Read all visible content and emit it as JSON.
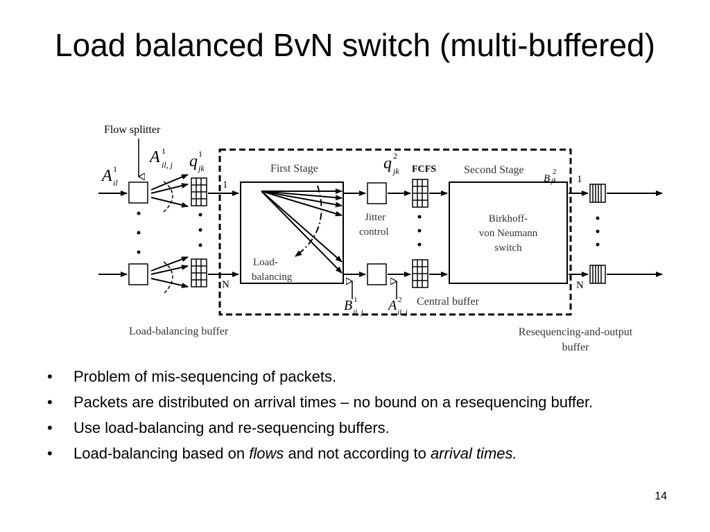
{
  "slide": {
    "title": "Load balanced BvN switch (multi-buffered)",
    "number": "14"
  },
  "diagram": {
    "labels": {
      "flow_splitter": "Flow splitter",
      "first_stage": "First Stage",
      "second_stage": "Second Stage",
      "fcfs": "FCFS",
      "jitter_line1": "Jitter",
      "jitter_line2": "control",
      "bvn_line1": "Birkhoff-",
      "bvn_line2": "von Neumann",
      "bvn_line3": "switch",
      "load_line1": "Load-",
      "load_line2": "balancing",
      "central_buffer": "Central buffer",
      "lb_buffer": "Load-balancing buffer",
      "reseq_line1": "Resequencing-and-output",
      "reseq_line2": "buffer",
      "port_1": "1",
      "port_n": "N"
    },
    "symbols": {
      "A_il": "A",
      "A_il_sub": "il",
      "A_il_sup": "1",
      "A_ilj": "A",
      "A_ilj_sub": "il, j",
      "A_ilj_sup": "1",
      "q1": "q",
      "q1_sub": "jk",
      "q1_sup": "1",
      "q2": "q",
      "q2_sub": "jk",
      "q2_sup": "2",
      "B2": "B",
      "B2_sub": "jk",
      "B2_sup": "2",
      "B1": "B",
      "B1_sub": "il, j",
      "B1_sup": "1",
      "A2": "A",
      "A2_sub": "il, j",
      "A2_sup": "2"
    }
  },
  "bullets": {
    "marker": "•",
    "items": [
      {
        "text": "Problem of mis-sequencing of packets."
      },
      {
        "text": "Packets are distributed on arrival times – no bound on a resequencing buffer."
      },
      {
        "text": "Use load-balancing and re-sequencing buffers."
      },
      {
        "pre": "Load-balancing based on ",
        "em1": "flows",
        "mid": " and not according to ",
        "em2": "arrival times."
      }
    ]
  }
}
